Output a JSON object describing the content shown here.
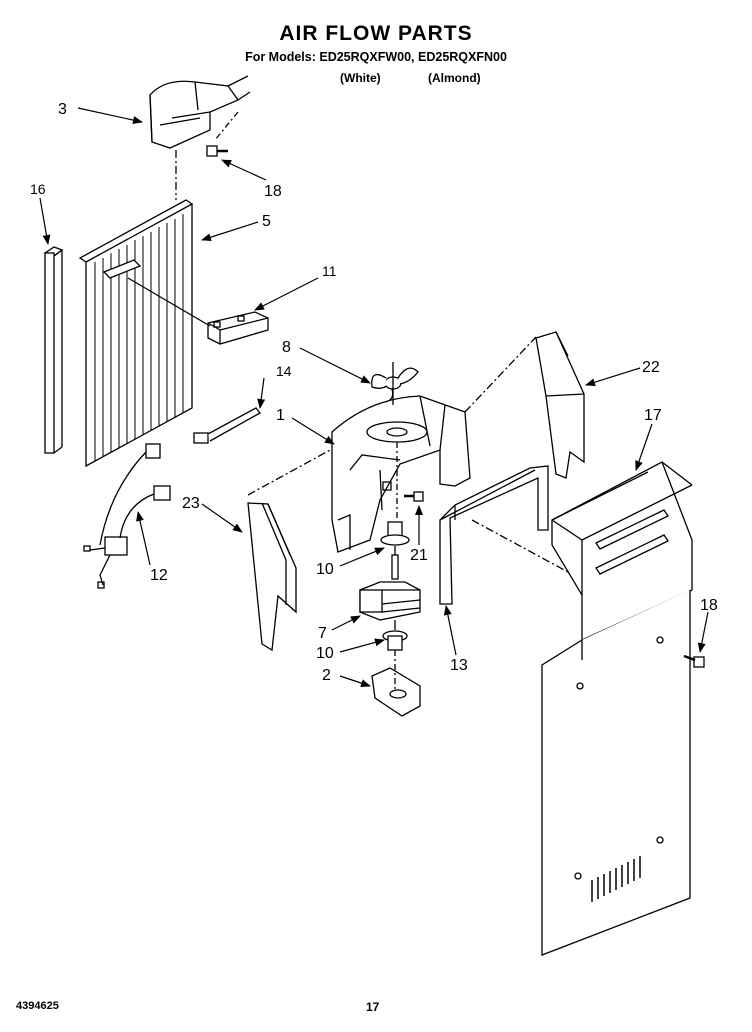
{
  "header": {
    "title": "AIR FLOW PARTS",
    "subtitle": "For Models: ED25RQXFW00, ED25RQXFN00",
    "variants": [
      "(White)",
      "(Almond)"
    ]
  },
  "callouts": [
    "1",
    "2",
    "3",
    "5",
    "7",
    "8",
    "10",
    "10",
    "11",
    "12",
    "13",
    "14",
    "16",
    "17",
    "18",
    "18",
    "21",
    "22",
    "23"
  ],
  "footer": {
    "doc_number": "4394625",
    "page_number": "17"
  }
}
